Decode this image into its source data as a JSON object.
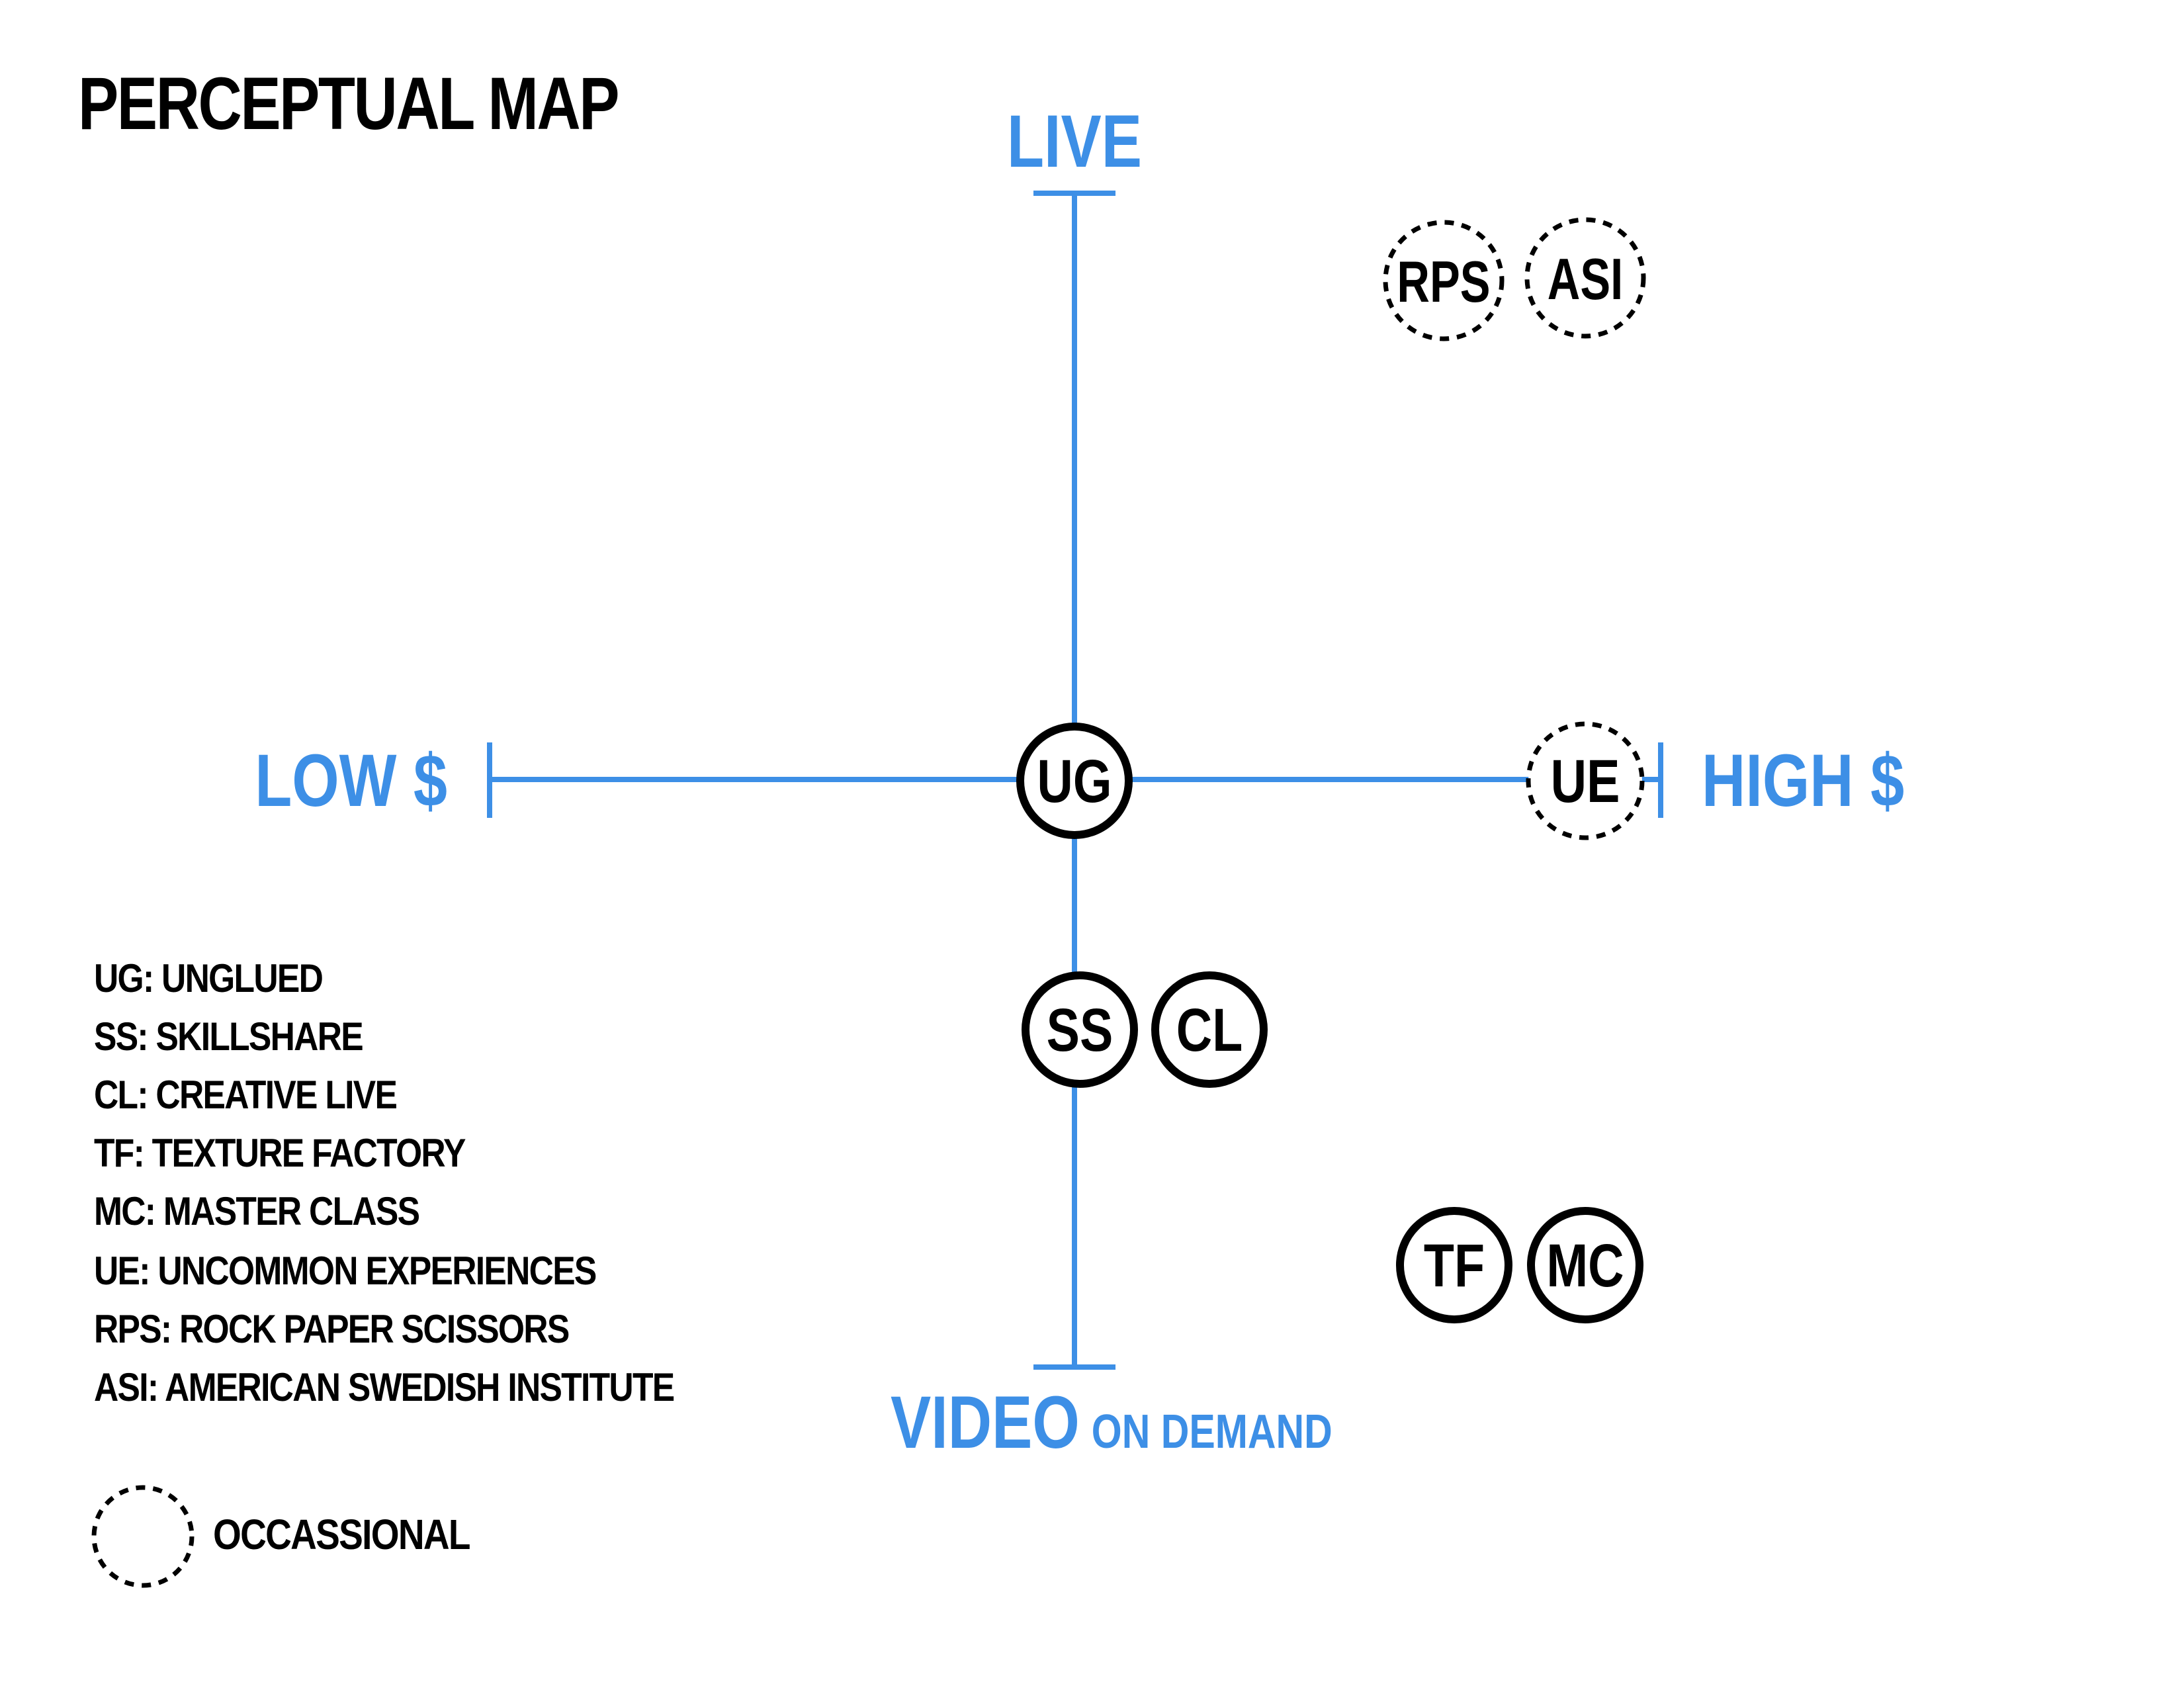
{
  "title": "PERCEPTUAL MAP",
  "colors": {
    "axis": "#3d8fe6",
    "ink": "#000000",
    "background": "#ffffff"
  },
  "axes": {
    "top": "LIVE",
    "bottom_main": "VIDEO",
    "bottom_sub": "ON DEMAND",
    "left": "LOW $",
    "right": "HIGH $"
  },
  "nodes": [
    {
      "id": "UG",
      "style": "solid"
    },
    {
      "id": "UE",
      "style": "dashed"
    },
    {
      "id": "RPS",
      "style": "dashed"
    },
    {
      "id": "ASI",
      "style": "dashed"
    },
    {
      "id": "SS",
      "style": "solid"
    },
    {
      "id": "CL",
      "style": "solid"
    },
    {
      "id": "TF",
      "style": "solid"
    },
    {
      "id": "MC",
      "style": "solid"
    }
  ],
  "legend": [
    "UG:  UNGLUED",
    "SS:  SKILLSHARE",
    "CL:  CREATIVE LIVE",
    "TF:  TEXTURE FACTORY",
    "MC: MASTER CLASS",
    "UE:  UNCOMMON EXPERIENCES",
    "RPS: ROCK PAPER SCISSORS",
    "ASI: AMERICAN SWEDISH INSTITUTE"
  ],
  "occasional_label": "OCCASSIONAL"
}
